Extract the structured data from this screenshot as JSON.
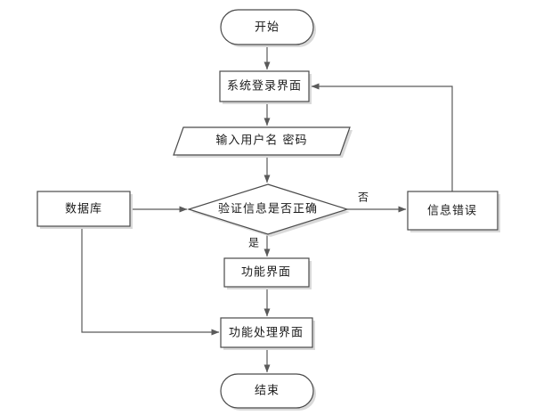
{
  "diagram": {
    "type": "flowchart",
    "orientation": "top-to-bottom",
    "background_color": "#ffffff",
    "stroke_color": "#4a4a4a",
    "shadow_color": "#d9d9d9",
    "text_color": "#1b1b1b",
    "nodes": {
      "start": {
        "label": "开始",
        "shape": "terminator"
      },
      "login_screen": {
        "label": "系统登录界面",
        "shape": "process"
      },
      "input_credentials": {
        "label": "输入用户名 密码",
        "shape": "input-parallelogram"
      },
      "verify_decision": {
        "label": "验证信息是否正确",
        "shape": "decision-diamond"
      },
      "database": {
        "label": "数据库",
        "shape": "process"
      },
      "info_error": {
        "label": "信息错误",
        "shape": "process"
      },
      "function_screen": {
        "label": "功能界面",
        "shape": "process"
      },
      "function_process_screen": {
        "label": "功能处理界面",
        "shape": "process"
      },
      "end": {
        "label": "结束",
        "shape": "terminator"
      }
    },
    "edge_labels": {
      "yes": "是",
      "no": "否"
    }
  }
}
